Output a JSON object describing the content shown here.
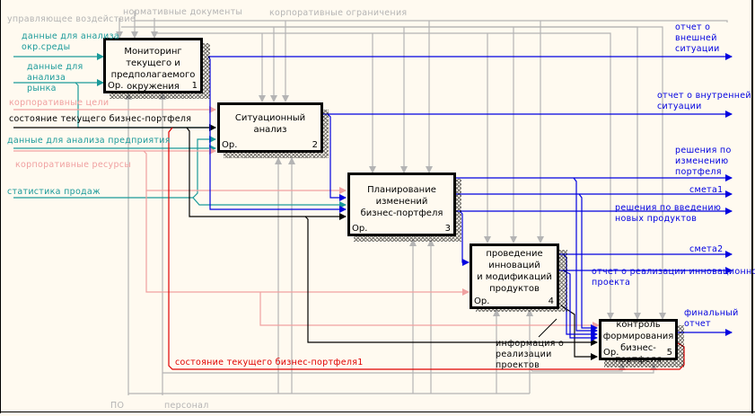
{
  "colors": {
    "background": "#fffaf0",
    "control": "#b4b4b4",
    "input_teal": "#1a9a9a",
    "input_pink": "#f0a0a0",
    "output_blue": "#0000e0",
    "black": "#000000",
    "feedback_red": "#e00000"
  },
  "boxes": [
    {
      "id": 1,
      "title": "Мониторинг\nтекущего и\nпредполагаемого\nокружения",
      "op": "Ор.",
      "num": "1"
    },
    {
      "id": 2,
      "title": "Ситуационный\nанализ",
      "op": "Ор.",
      "num": "2"
    },
    {
      "id": 3,
      "title": "Планирование\nизменений\nбизнес-портфеля",
      "op": "Ор.",
      "num": "3"
    },
    {
      "id": 4,
      "title": "проведение\nинноваций\nи модификаций\nпродуктов",
      "op": "Ор.",
      "num": "4"
    },
    {
      "id": 5,
      "title": "контроль\nформирования\nбизнес-портфеля",
      "op": "Ор.",
      "num": "5"
    }
  ],
  "controls": {
    "upravl": "управляющее воздействие",
    "normativ": "нормативные документы",
    "korp_ogr": "корпоративные ограничения"
  },
  "inputs": {
    "okr_sredy": "данные для анализа\nокр.среды",
    "rynka": "данные для\nанализа\nрынка",
    "korp_celi": "корпоративные цели",
    "sostoyanie": "состояние текущего бизнес-портфеля",
    "predpriyatiya": "данные для анализа предприятия",
    "korp_resursy": "корпоративные ресурсы",
    "statistika": "статистика продаж"
  },
  "outputs": {
    "vneshnei": "отчет о\nвнешней\nситуации",
    "vnutrennei": "отчет о внутренней\nситуации",
    "resheniya_portf": "решения по\nизменению\nпортфеля",
    "smeta1": "смета1",
    "resheniya_vved": "решения по введению\nновых продуктов",
    "smeta2": "смета2",
    "otchet_innov": "отчет о реализации инновационного\nпроекта",
    "finalnyi": "финальный\nотчет"
  },
  "feedback": {
    "sostoyanie1": "состояние текущего бизнес-портфеля1",
    "informaciya": "информация о\nреализации\nпроектов"
  },
  "mechanisms": {
    "po": "ПО",
    "personal": "персонал"
  }
}
